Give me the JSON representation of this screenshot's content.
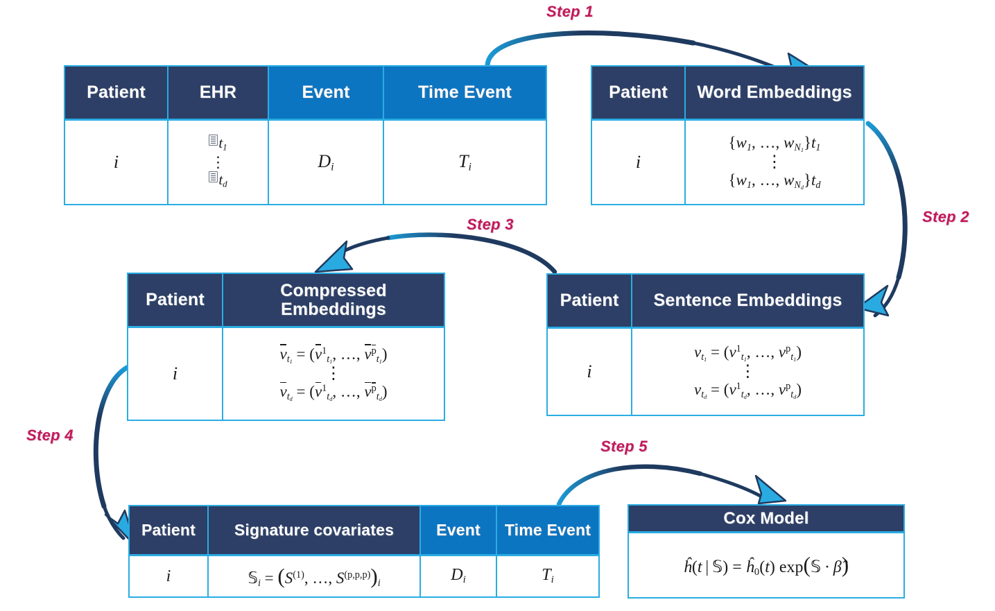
{
  "diagram": {
    "title": "Signature-based survival pipeline from EHR text",
    "colors": {
      "header_navy": "#2d3f66",
      "header_blue": "#0c75c2",
      "border_cyan": "#2aace3",
      "step_label": "#c2185b",
      "arrow_dark": "#1f3a5f",
      "arrow_light": "#29abe2"
    }
  },
  "steps": [
    {
      "id": "step-1",
      "label": "Step 1"
    },
    {
      "id": "step-2",
      "label": "Step 2"
    },
    {
      "id": "step-3",
      "label": "Step 3"
    },
    {
      "id": "step-4",
      "label": "Step 4"
    },
    {
      "id": "step-5",
      "label": "Step 5"
    }
  ],
  "tables": {
    "ehr": {
      "name": "EHR table",
      "headers": [
        "Patient",
        "EHR",
        "Event",
        "Time Event"
      ],
      "row": {
        "patient": "i",
        "ehr_first": "t1",
        "ehr_mid": "⋮",
        "ehr_last": "td",
        "event": "Di",
        "time_event": "Ti"
      }
    },
    "word_embeddings": {
      "name": "Word Embeddings table",
      "headers": [
        "Patient",
        "Word Embeddings"
      ],
      "row": {
        "patient": "i",
        "line1": "{w1, …, wN1}t1",
        "mid": "⋮",
        "line2": "{w1, …, wNd}td"
      }
    },
    "sentence_embeddings": {
      "name": "Sentence Embeddings table",
      "headers": [
        "Patient",
        "Sentence Embeddings"
      ],
      "row": {
        "patient": "i",
        "line1": "vt1 = (v1t1, …, vpt1)",
        "mid": "⋮",
        "line2": "vtd = (v1td, …, vptd)"
      }
    },
    "compressed_embeddings": {
      "name": "Compressed Embeddings table",
      "headers": [
        "Patient",
        "Compressed Embeddings"
      ],
      "row": {
        "patient": "i",
        "line1": "v̄t1 = (v̄1t1, …, v̄p̄t1)",
        "mid": "⋮",
        "line2": "v̄td = (v̄1td, …, v̄p̄td)"
      }
    },
    "signature": {
      "name": "Signature covariates table",
      "headers": [
        "Patient",
        "Signature covariates",
        "Event",
        "Time Event"
      ],
      "row": {
        "patient": "i",
        "signature": "Si = (S(1), …, S(p,p,p))i",
        "event": "Di",
        "time_event": "Ti"
      }
    },
    "cox": {
      "name": "Cox Model box",
      "header": "Cox Model",
      "formula": "ĥ(t | S) = ĥ0(t) exp(S · β̂)"
    }
  }
}
